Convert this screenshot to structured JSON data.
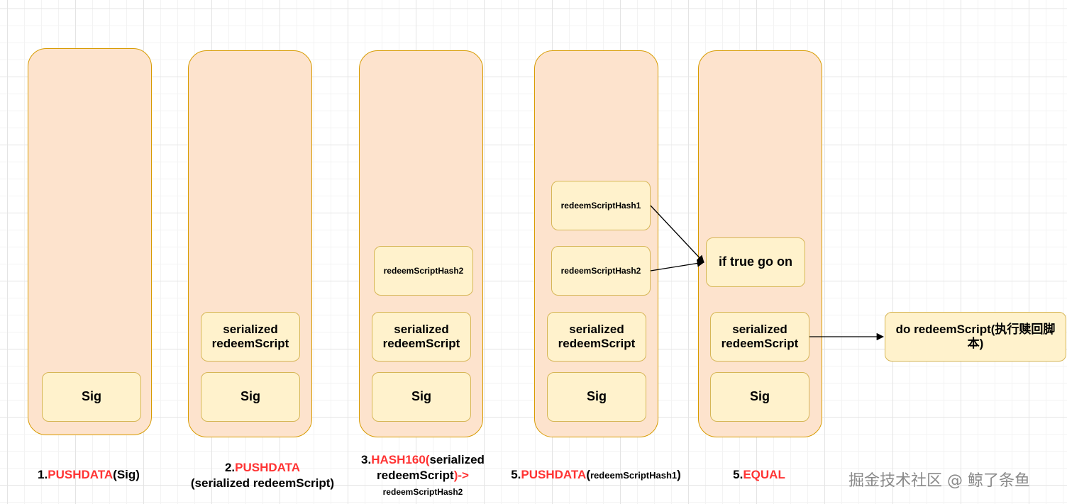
{
  "stacks": [
    {
      "id": "stack-1",
      "items": [
        {
          "text": "Sig"
        }
      ],
      "label": {
        "step": "1.",
        "op": "PUSHDATA",
        "rest": "(Sig)"
      }
    },
    {
      "id": "stack-2",
      "items": [
        {
          "text": "serialized redeemScript"
        },
        {
          "text": "Sig"
        }
      ],
      "label": {
        "step": "2.",
        "op": "PUSHDATA",
        "rest": "(serialized redeemScript)"
      }
    },
    {
      "id": "stack-3",
      "items": [
        {
          "text": "redeemScriptHash2"
        },
        {
          "text": "serialized redeemScript"
        },
        {
          "text": "Sig"
        }
      ],
      "label": {
        "step": "3.",
        "op": "HASH160(",
        "rest": "serialized redeemScript",
        "op2": ")->",
        "result": "redeemScriptHash2"
      }
    },
    {
      "id": "stack-4",
      "items": [
        {
          "text": "redeemScriptHash1"
        },
        {
          "text": "redeemScriptHash2"
        },
        {
          "text": "serialized redeemScript"
        },
        {
          "text": "Sig"
        }
      ],
      "label": {
        "step": "5.",
        "op": "PUSHDATA",
        "open": "(",
        "arg": "redeemScriptHash1",
        "close": ")"
      }
    },
    {
      "id": "stack-5",
      "items": [
        {
          "text": "if true go on"
        },
        {
          "text": "serialized redeemScript"
        },
        {
          "text": "Sig"
        }
      ],
      "label": {
        "step": "5.",
        "op": "EQUAL"
      }
    }
  ],
  "result_box": {
    "text": "do redeemScript(执行赎回脚本)"
  },
  "watermark": "掘金技术社区 @ 鲸了条鱼",
  "colors": {
    "stack_fill": "#fde3cd",
    "stack_border": "#d79b00",
    "item_fill": "#fff2cc",
    "item_border": "#d6b656",
    "op_red": "#ff3333"
  }
}
